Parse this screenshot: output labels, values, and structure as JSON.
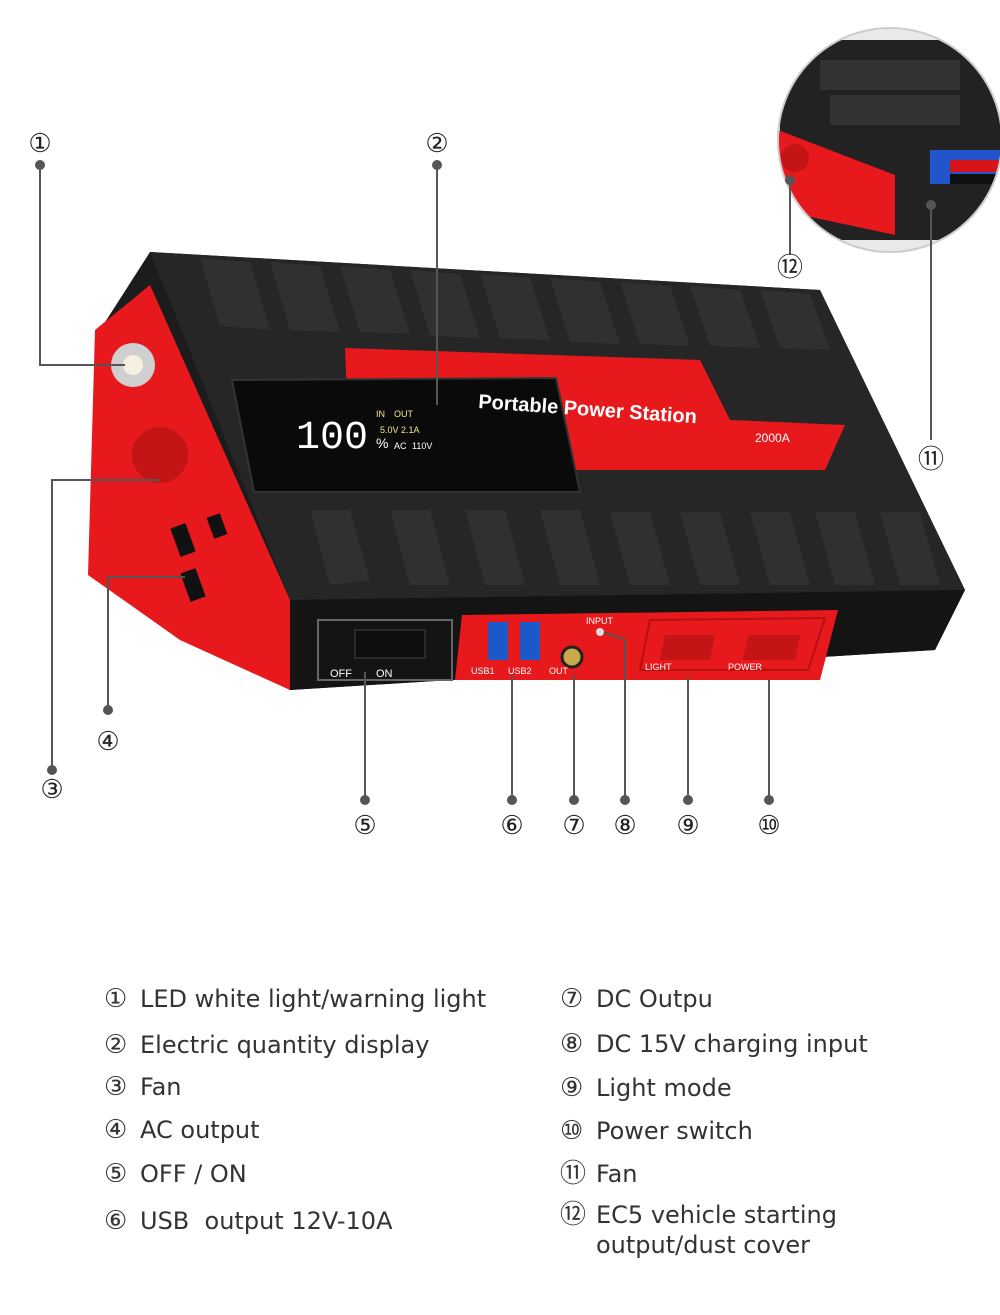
{
  "callouts": [
    "①",
    "②",
    "③",
    "④",
    "⑤",
    "⑥",
    "⑦",
    "⑧",
    "⑨",
    "⑩",
    "⑪",
    "⑫"
  ],
  "device": {
    "title": "Portable Power Station",
    "rating": "2000A",
    "lcd": {
      "percent": "100",
      "percent_sign": "%",
      "in_label": "IN",
      "out_label": "OUT",
      "usb_spec": "5.0V 2.1A",
      "ac_label": "AC",
      "ac_spec": "110V"
    },
    "switch_off": "OFF",
    "switch_on": "ON",
    "usb1": "USB1",
    "usb2": "USB2",
    "out": "OUT",
    "input": "INPUT",
    "light": "LIGHT",
    "power": "POWER"
  },
  "legend_left": [
    {
      "num": "①",
      "text": "LED white light/warning light"
    },
    {
      "num": "②",
      "text": "Electric quantity display"
    },
    {
      "num": "③",
      "text": "Fan"
    },
    {
      "num": "④",
      "text": "AC output"
    },
    {
      "num": "⑤",
      "text": "OFF / ON"
    },
    {
      "num": "⑥",
      "text": "USB  output 12V-10A"
    }
  ],
  "legend_right": [
    {
      "num": "⑦",
      "text": "DC Outpu"
    },
    {
      "num": "⑧",
      "text": "DC 15V charging input"
    },
    {
      "num": "⑨",
      "text": "Light mode"
    },
    {
      "num": "⑩",
      "text": "Power switch"
    },
    {
      "num": "⑪",
      "text": "Fan"
    },
    {
      "num": "⑫",
      "text": "EC5 vehicle starting\noutput/dust cover"
    }
  ],
  "colors": {
    "body": "#1e1e1e",
    "accent": "#e8191c",
    "line": "#555555"
  }
}
